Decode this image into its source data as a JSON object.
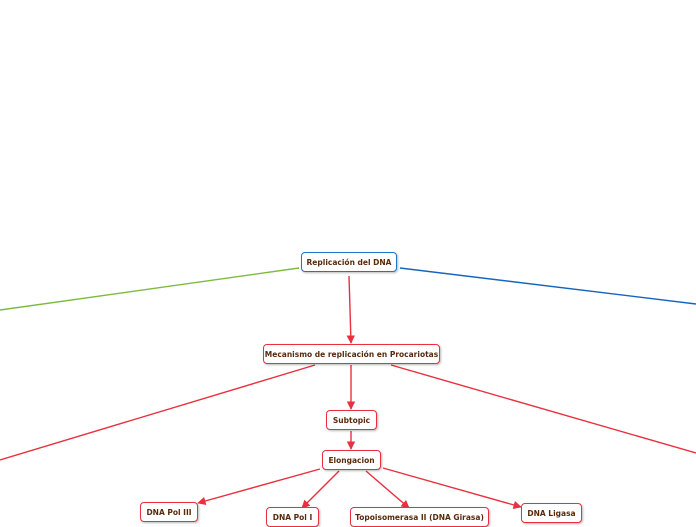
{
  "mindmap": {
    "root": {
      "label": "Replicación del DNA"
    },
    "nodes": {
      "mecanismo": "Mecanismo de replicación en Procariotas",
      "subtopic": "Subtopic",
      "elongacion": "Elongacion",
      "dna_pol_iii": "DNA Pol III",
      "dna_pol_i": "DNA Pol I",
      "topoisomerasa": "Topoisomerasa II (DNA Girasa)",
      "dna_ligasa": "DNA Ligasa"
    },
    "colors": {
      "root_border": "#1f73c9",
      "node_border": "#e8303f",
      "node_text": "#5a2a0c",
      "left_branch": "#7dbb3c",
      "right_branch": "#1565c0",
      "child_edges": "#e8303f"
    }
  }
}
